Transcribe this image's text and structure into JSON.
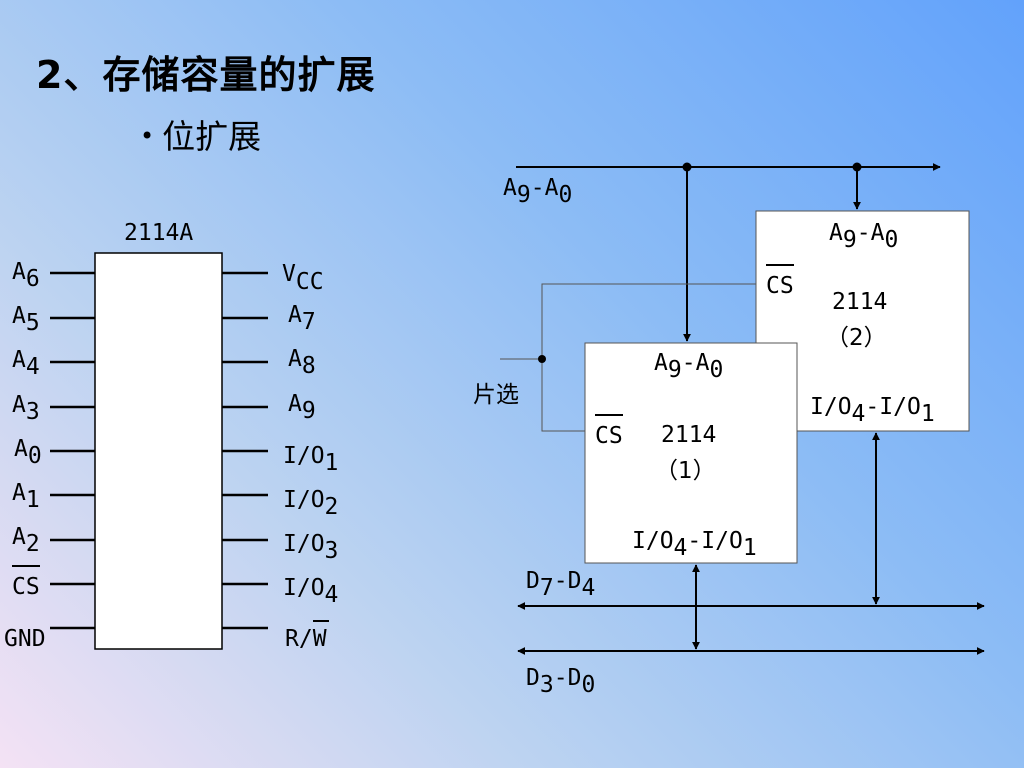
{
  "title": "2、存储容量的扩展",
  "subtitle": "位扩展",
  "pinout": {
    "chip_label": "2114A",
    "left_pins": [
      {
        "name": "A",
        "sub": "6"
      },
      {
        "name": "A",
        "sub": "5"
      },
      {
        "name": "A",
        "sub": "4"
      },
      {
        "name": "A",
        "sub": "3"
      },
      {
        "name": "A",
        "sub": "0"
      },
      {
        "name": "A",
        "sub": "1"
      },
      {
        "name": "A",
        "sub": "2"
      },
      {
        "name": "CS",
        "sub": "",
        "overline": true
      },
      {
        "name": "GND",
        "sub": ""
      }
    ],
    "right_pins": [
      {
        "name": "V",
        "sub": "CC"
      },
      {
        "name": "A",
        "sub": "7"
      },
      {
        "name": "A",
        "sub": "8"
      },
      {
        "name": "A",
        "sub": "9"
      },
      {
        "name": "I/O",
        "sub": "1"
      },
      {
        "name": "I/O",
        "sub": "2"
      },
      {
        "name": "I/O",
        "sub": "3"
      },
      {
        "name": "I/O",
        "sub": "4"
      },
      {
        "name": "R/W",
        "sub": "",
        "overline_last": true
      }
    ]
  },
  "circuit": {
    "address_bus": {
      "a": "A",
      "a_sub": "9",
      "dash": "-",
      "b": "A",
      "b_sub": "0"
    },
    "chip_select_label": "片选",
    "chip1": {
      "addr_a": "A",
      "addr_a_sub": "9",
      "addr_dash": "-",
      "addr_b": "A",
      "addr_b_sub": "0",
      "cs": "CS",
      "name": "2114",
      "index": "（1）",
      "io_a": "I/O",
      "io_a_sub": "4",
      "io_dash": "-",
      "io_b": "I/O",
      "io_b_sub": "1"
    },
    "chip2": {
      "addr_a": "A",
      "addr_a_sub": "9",
      "addr_dash": "-",
      "addr_b": "A",
      "addr_b_sub": "0",
      "cs": "CS",
      "name": "2114",
      "index": "（2）",
      "io_a": "I/O",
      "io_a_sub": "4",
      "io_dash": "-",
      "io_b": "I/O",
      "io_b_sub": "1"
    },
    "data_bus_high": {
      "a": "D",
      "a_sub": "7",
      "dash": "-",
      "b": "D",
      "b_sub": "4"
    },
    "data_bus_low": {
      "a": "D",
      "a_sub": "3",
      "dash": "-",
      "b": "D",
      "b_sub": "0"
    }
  }
}
